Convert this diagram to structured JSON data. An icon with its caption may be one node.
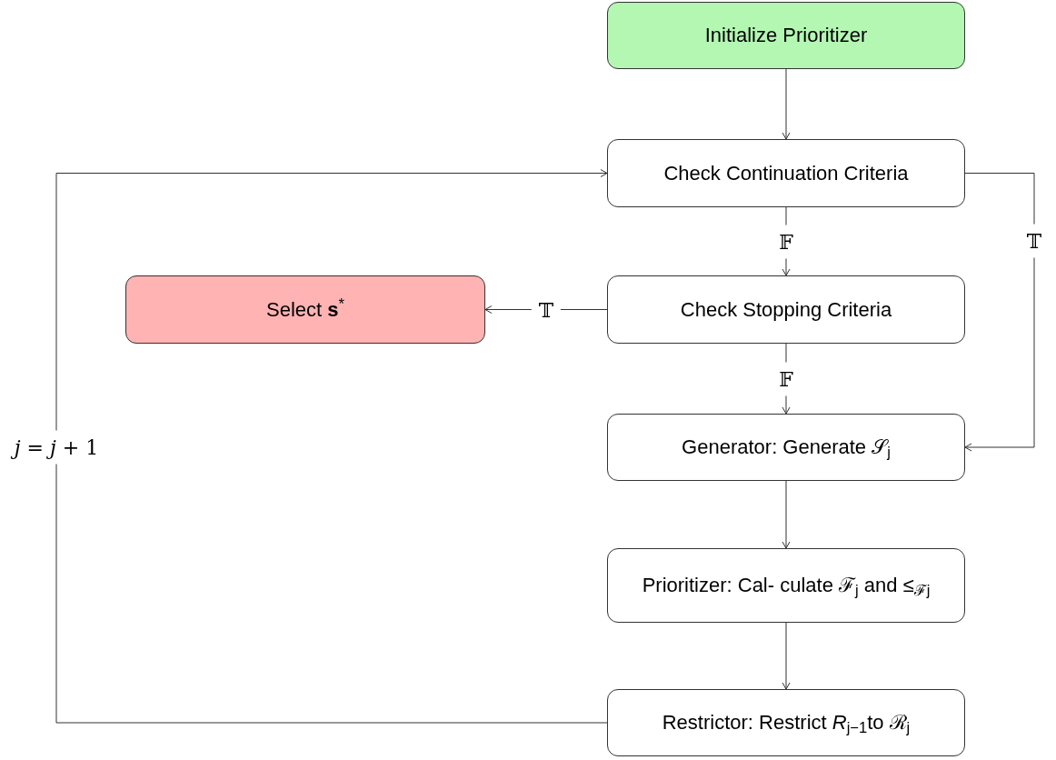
{
  "diagram": {
    "nodes": [
      {
        "text": [
          "Initialize Prioritizer"
        ]
      },
      {
        "text": [
          "Check Continuation Criteria"
        ]
      },
      {
        "text": [
          "Check Stopping Criteria"
        ]
      },
      {
        "text": [
          "Select **s**$^{*}$"
        ]
      },
      {
        "text": [
          "Generator: Generate 𝒮$_{j}$"
        ]
      },
      {
        "text": [
          "Prioritizer: Cal- culate ℱ$_{j}$ and ≤$_{ℱj}$"
        ]
      },
      {
        "text": [
          "Restrictor: Restrict *R*$_{j−1}$to ℛ$_{j}$"
        ]
      }
    ],
    "edges": [
      {
        "from": 0,
        "to": 1,
        "arrow": "to"
      },
      {
        "from": 1,
        "to": 2,
        "arrow": "to",
        "label": "𝔽"
      },
      {
        "from": 2,
        "to": 3,
        "arrow": "to",
        "label": "𝕋"
      },
      {
        "from": 1,
        "to": 4,
        "arrow": "to",
        "label": "𝕋"
      },
      {
        "from": 2,
        "to": 4,
        "arrow": "to",
        "label": "𝔽"
      },
      {
        "from": 4,
        "to": 5,
        "arrow": "to"
      },
      {
        "from": 5,
        "to": 6,
        "arrow": "to"
      },
      {
        "from": 6,
        "to": 1,
        "arrow": "to",
        "label": "*j* = *j* + 1"
      }
    ]
  }
}
